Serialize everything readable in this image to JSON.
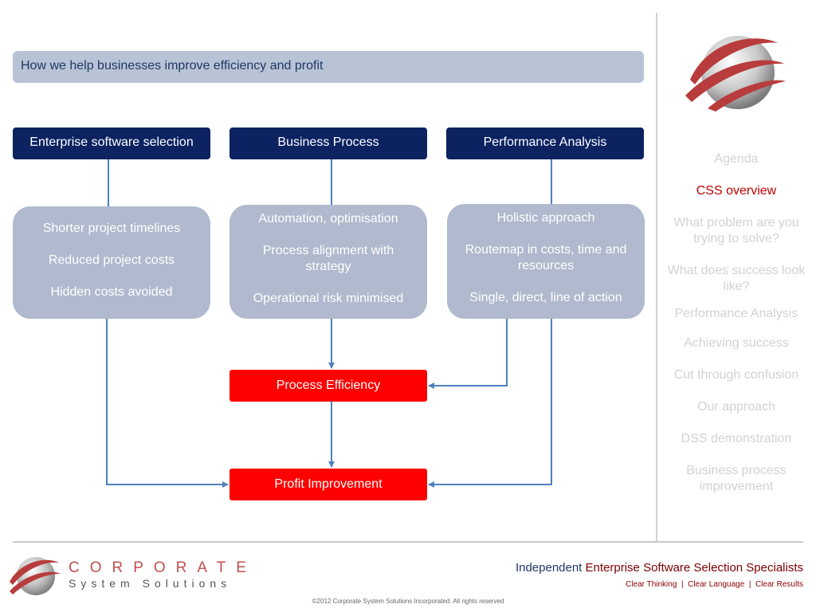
{
  "header": {
    "title": "How we help businesses improve efficiency and profit"
  },
  "columns": [
    {
      "heading": "Enterprise software selection",
      "items": [
        "Shorter project timelines",
        "Reduced project costs",
        "Hidden costs avoided"
      ]
    },
    {
      "heading": "Business Process",
      "items": [
        "Automation, optimisation",
        "Process alignment with strategy",
        "Operational risk minimised"
      ]
    },
    {
      "heading": "Performance Analysis",
      "items": [
        "Holistic approach",
        "Routemap in costs, time and resources",
        "Single, direct, line of action"
      ]
    }
  ],
  "outcomes": {
    "efficiency": "Process Efficiency",
    "profit": "Profit Improvement"
  },
  "agenda": [
    {
      "label": "Agenda",
      "active": false
    },
    {
      "label": "CSS overview",
      "active": true
    },
    {
      "label": "What problem are you trying to solve?",
      "active": false
    },
    {
      "label": "What does success look like?",
      "active": false
    },
    {
      "label": "Performance Analysis",
      "active": false
    },
    {
      "label": "Achieving success",
      "active": false
    },
    {
      "label": "Cut through confusion",
      "active": false
    },
    {
      "label": "Our approach",
      "active": false
    },
    {
      "label": "DSS demonstration",
      "active": false
    },
    {
      "label": "Business process improvement",
      "active": false
    }
  ],
  "footer": {
    "logo_line1": "CORPORATE",
    "logo_line2": "System Solutions",
    "tagline_lead": "Independent",
    "tagline_rest": "Enterprise Software Selection Specialists",
    "subtagline": "Clear Thinking  |  Clear Language  |  Clear Results",
    "copyright": "©2012 Corporate System Solutions Incorporated. All rights reserved"
  },
  "colors": {
    "navy": "#0c2261",
    "accent_red": "#ff0000",
    "connector": "#4f81bd",
    "box_grey": "#b0b9cd"
  }
}
